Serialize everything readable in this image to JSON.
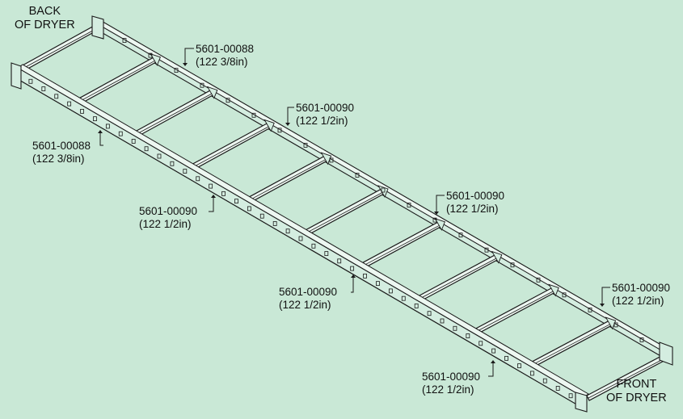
{
  "corners": {
    "back": [
      "BACK",
      "OF DRYER"
    ],
    "front": [
      "FRONT",
      "OF DRYER"
    ]
  },
  "callouts": [
    {
      "part": "5601-00088",
      "length": "(122 3/8in)"
    },
    {
      "part": "5601-00090",
      "length": "(122 1/2in)"
    },
    {
      "part": "5601-00090",
      "length": "(122 1/2in)"
    },
    {
      "part": "5601-00090",
      "length": "(122 1/2in)"
    },
    {
      "part": "5601-00088",
      "length": "(122 3/8in)"
    },
    {
      "part": "5601-00090",
      "length": "(122 1/2in)"
    },
    {
      "part": "5601-00090",
      "length": "(122 1/2in)"
    },
    {
      "part": "5601-00090",
      "length": "(122 1/2in)"
    }
  ],
  "colors": {
    "background": "#c9e8d6",
    "frame_face": "#d4ede0",
    "frame_top": "#edf7f1",
    "line": "#1a1a1a"
  }
}
